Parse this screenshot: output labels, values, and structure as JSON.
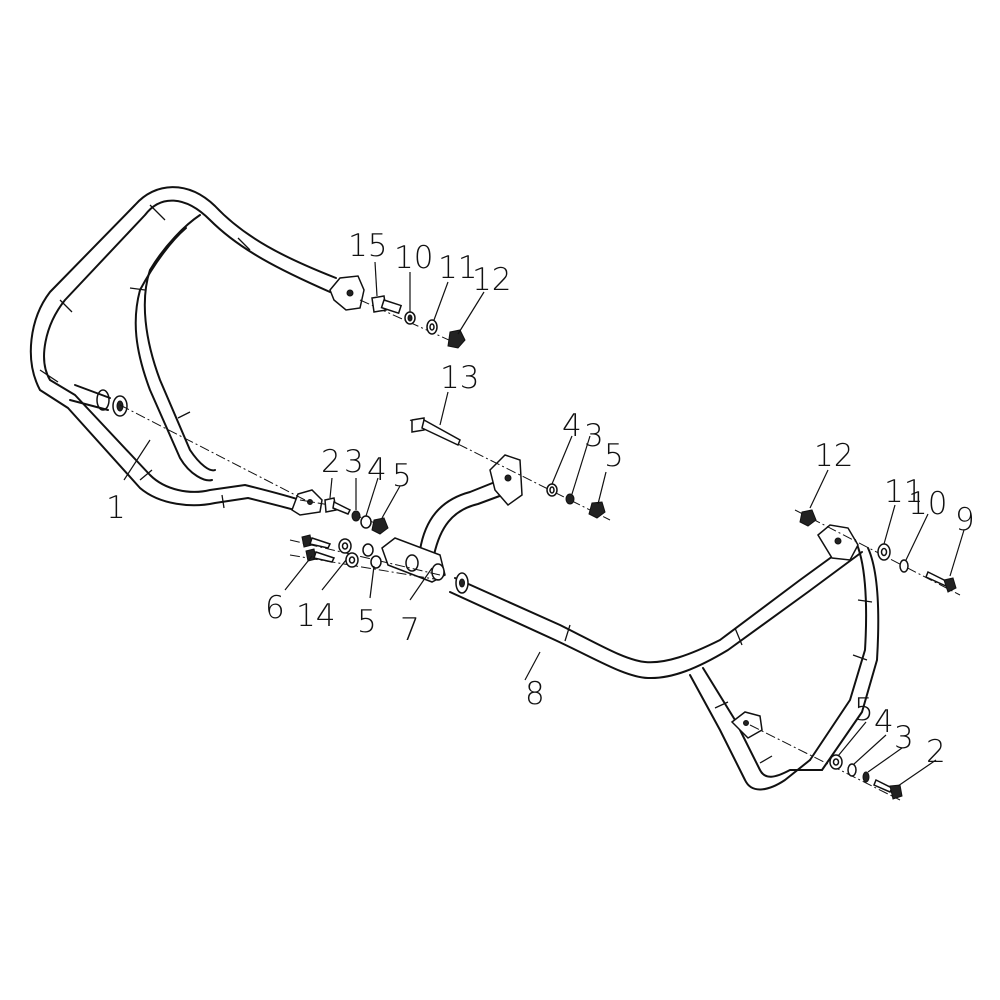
{
  "callouts": {
    "c1": "1",
    "c2_left": "2",
    "c3_left": "3",
    "c4_left": "4",
    "c5_left": "5",
    "c6": "6",
    "c14": "14",
    "c5_mid": "5",
    "c7": "7",
    "c8": "8",
    "c13": "13",
    "c4_mid": "4",
    "c3_mid": "3",
    "c5_right": "5",
    "c15": "15",
    "c10_top": "10",
    "c11_top": "11",
    "c12_top": "12",
    "c12_right": "12",
    "c11_right": "11",
    "c10_right": "10",
    "c9": "9",
    "c5_low": "5",
    "c4_low": "4",
    "c3_low": "3",
    "c2_low": "2"
  }
}
